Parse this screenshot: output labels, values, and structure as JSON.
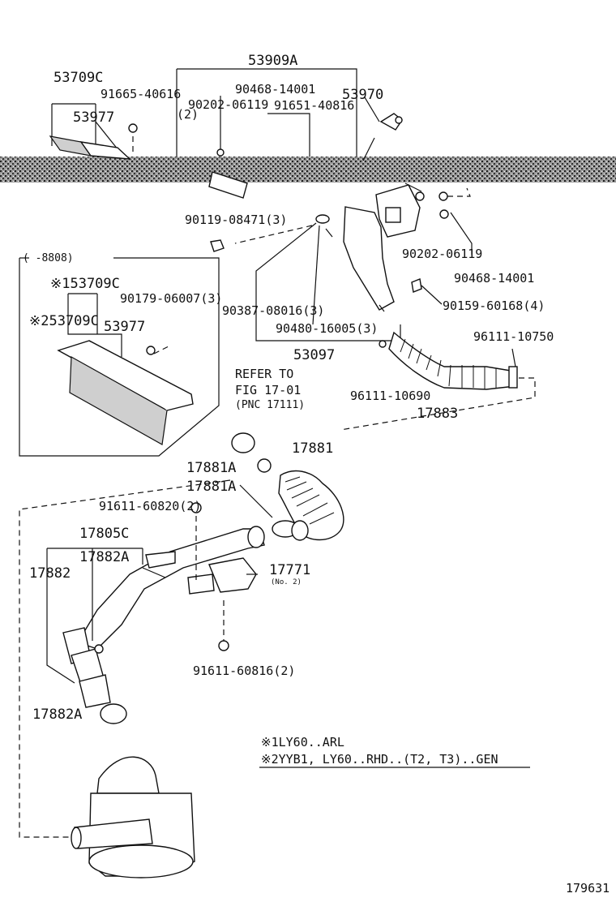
{
  "figure_number": "179631",
  "callouts": [
    {
      "id": "c53909a",
      "text": "53909A"
    },
    {
      "id": "c53709c",
      "text": "53709C"
    },
    {
      "id": "c90468a",
      "text": "90468-14001"
    },
    {
      "id": "c91665",
      "text": "91665-40616"
    },
    {
      "id": "c53970",
      "text": "53970"
    },
    {
      "id": "c53977a",
      "text": "53977"
    },
    {
      "id": "c90202a",
      "text": "90202-06119"
    },
    {
      "id": "c91651",
      "text": "91651-40816"
    },
    {
      "id": "cqty2",
      "text": "(2)"
    },
    {
      "id": "c90119",
      "text": "90119-08471(3)"
    },
    {
      "id": "c8808",
      "text": "( -8808)"
    },
    {
      "id": "c153709c",
      "text": "※153709C"
    },
    {
      "id": "c90179",
      "text": "90179-06007(3)"
    },
    {
      "id": "c253709c",
      "text": "※253709C"
    },
    {
      "id": "c53977b",
      "text": "53977"
    },
    {
      "id": "c90202b",
      "text": "90202-06119"
    },
    {
      "id": "c90468b",
      "text": "90468-14001"
    },
    {
      "id": "c90387",
      "text": "90387-08016(3)"
    },
    {
      "id": "c90159",
      "text": "90159-60168(4)"
    },
    {
      "id": "c90480",
      "text": "90480-16005(3)"
    },
    {
      "id": "c96111a",
      "text": "96111-10750"
    },
    {
      "id": "c53097",
      "text": "53097"
    },
    {
      "id": "c96111b",
      "text": "96111-10690"
    },
    {
      "id": "c17883",
      "text": "17883"
    },
    {
      "id": "crefer1",
      "text": "REFER TO"
    },
    {
      "id": "crefer2",
      "text": "FIG 17-01"
    },
    {
      "id": "crefer3",
      "text": "(PNC 17111)"
    },
    {
      "id": "c17881",
      "text": "17881"
    },
    {
      "id": "c17881a1",
      "text": "17881A"
    },
    {
      "id": "c17881a2",
      "text": "17881A"
    },
    {
      "id": "c91611a",
      "text": "91611-60820(2)"
    },
    {
      "id": "c17805c",
      "text": "17805C"
    },
    {
      "id": "c17882a1",
      "text": "17882A"
    },
    {
      "id": "c17882",
      "text": "17882"
    },
    {
      "id": "c17771",
      "text": "17771"
    },
    {
      "id": "cno2",
      "text": "(No. 2)"
    },
    {
      "id": "c91611b",
      "text": "91611-60816(2)"
    },
    {
      "id": "c17882a2",
      "text": "17882A"
    }
  ],
  "notes": [
    "※1LY60..ARL",
    "※2YYB1, LY60..RHD..(T2, T3)..GEN"
  ]
}
